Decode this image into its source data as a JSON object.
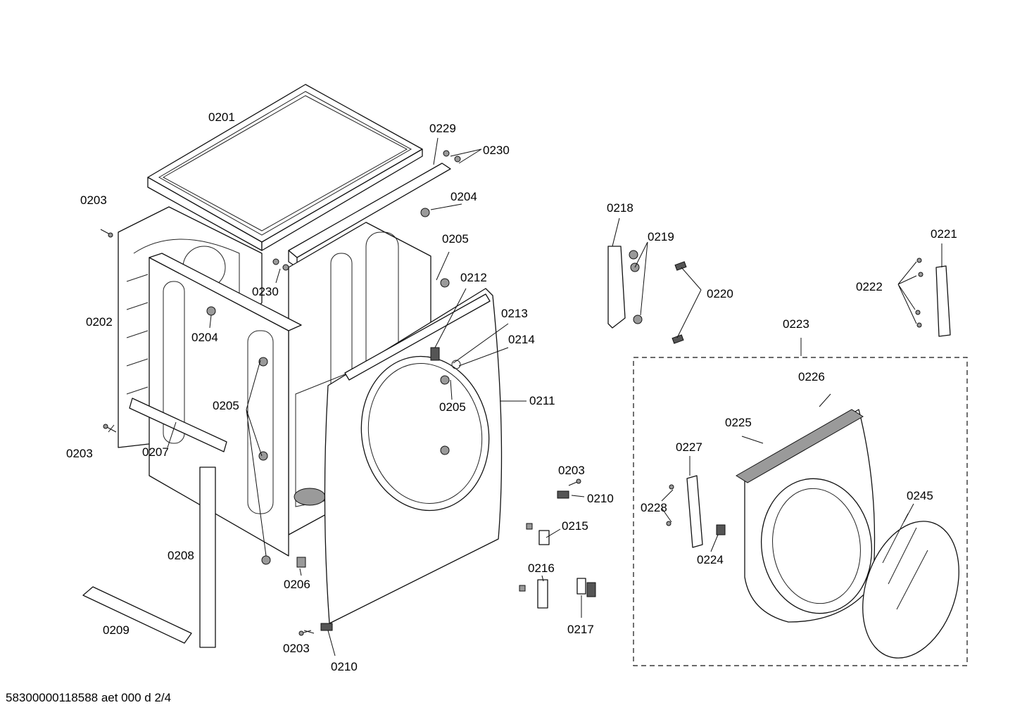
{
  "footer": "58300000118588 aet 000 d 2/4",
  "labels": {
    "p0201": "0201",
    "p0202": "0202",
    "p0203a": "0203",
    "p0203b": "0203",
    "p0203c": "0203",
    "p0203d": "0203",
    "p0204a": "0204",
    "p0204b": "0204",
    "p0205a": "0205",
    "p0205b": "0205",
    "p0205c": "0205",
    "p0206": "0206",
    "p0207": "0207",
    "p0208": "0208",
    "p0209": "0209",
    "p0210a": "0210",
    "p0210b": "0210",
    "p0211": "0211",
    "p0212": "0212",
    "p0213": "0213",
    "p0214": "0214",
    "p0215": "0215",
    "p0216": "0216",
    "p0217": "0217",
    "p0218": "0218",
    "p0219": "0219",
    "p0220": "0220",
    "p0221": "0221",
    "p0222": "0222",
    "p0223": "0223",
    "p0224": "0224",
    "p0225": "0225",
    "p0226": "0226",
    "p0227": "0227",
    "p0228": "0228",
    "p0229": "0229",
    "p0230a": "0230",
    "p0230b": "0230",
    "p0245": "0245"
  }
}
